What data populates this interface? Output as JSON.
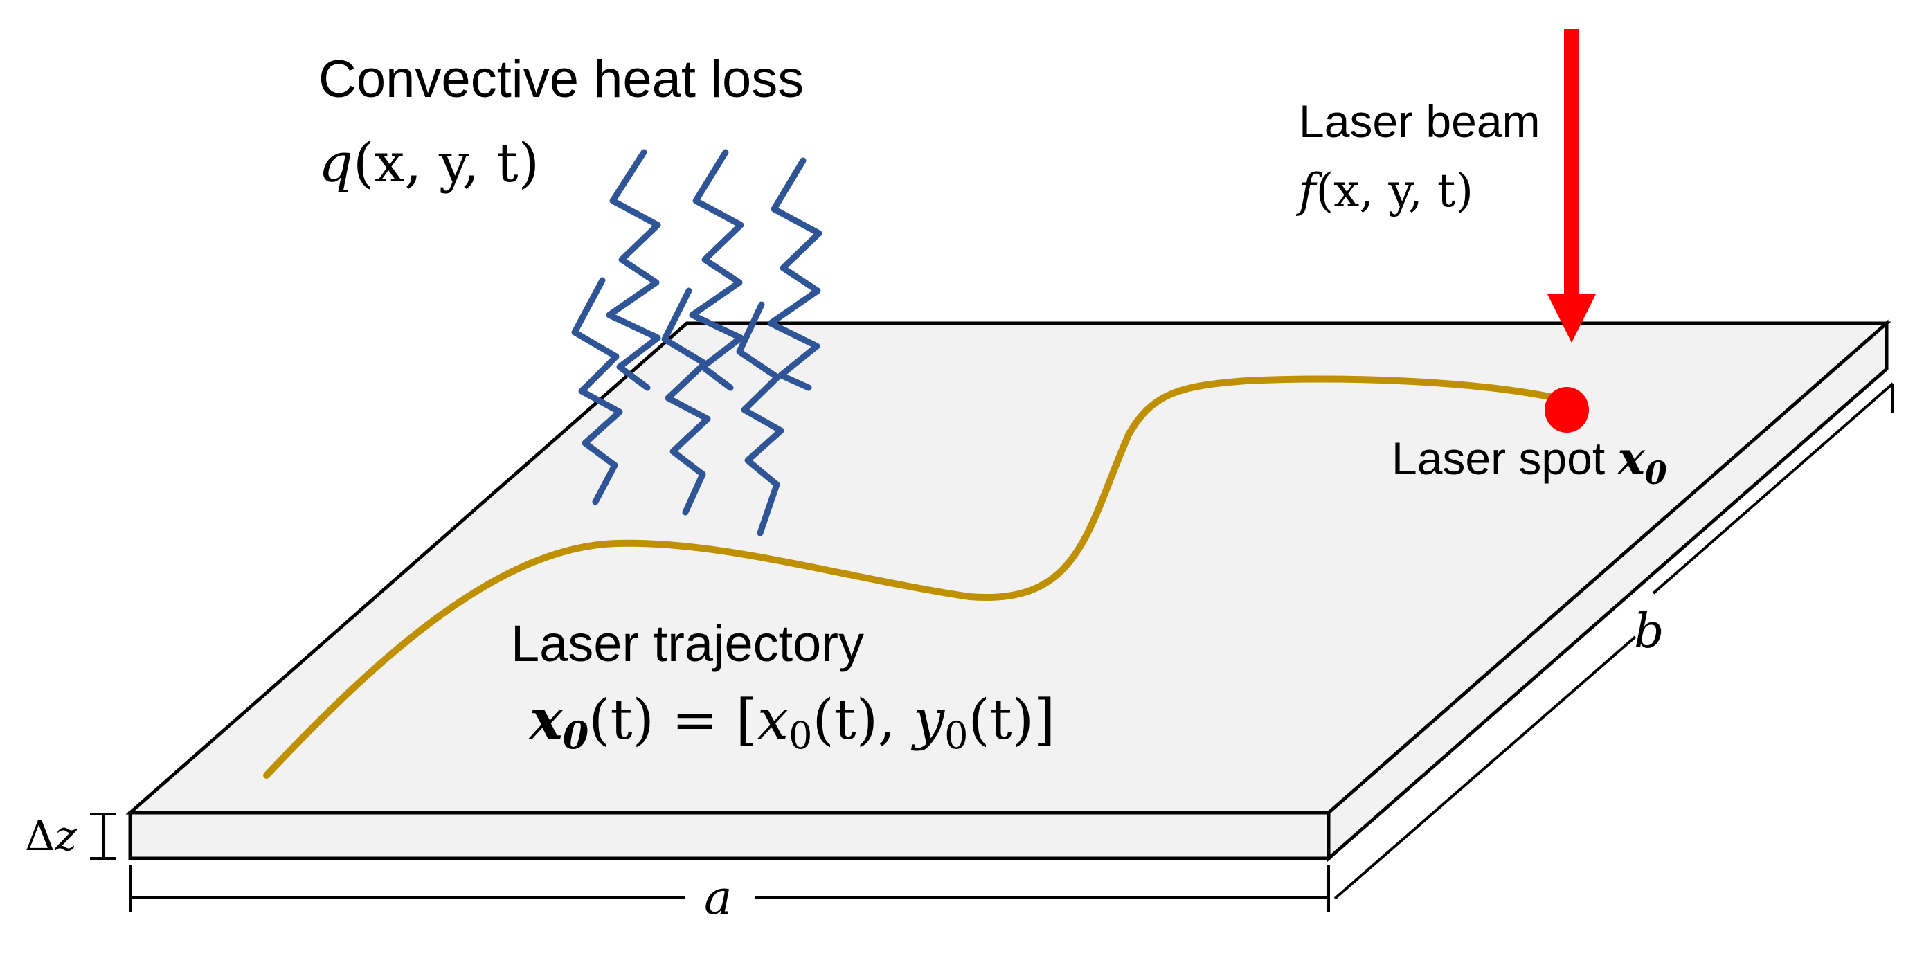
{
  "colors": {
    "plate_fill": "#f2f2f2",
    "plate_edge": "#000000",
    "trajectory": "#bf9000",
    "heat_waves": "#2f5597",
    "laser": "#ff0000"
  },
  "labels": {
    "convective": {
      "title": "Convective heat loss",
      "q": "q",
      "q_args": "(x, y, t)"
    },
    "laser_beam": {
      "title": "Laser beam",
      "f": "f",
      "f_args": "(x, y, t)"
    },
    "laser_spot": {
      "title": "Laser spot ",
      "x": "x",
      "sub": "0"
    },
    "trajectory": {
      "title": "Laser trajectory",
      "x": "x",
      "sub": "0",
      "lhs_args": "(t)",
      "equals": " = ",
      "open": "[",
      "x0": "x",
      "x0_sub": "0",
      "x0_args": "(t), ",
      "y0": "y",
      "y0_sub": "0",
      "y0_args": "(t)",
      "close": "]"
    },
    "dimensions": {
      "a": "a",
      "b": "b",
      "delta": "Δ",
      "z": "z"
    }
  }
}
